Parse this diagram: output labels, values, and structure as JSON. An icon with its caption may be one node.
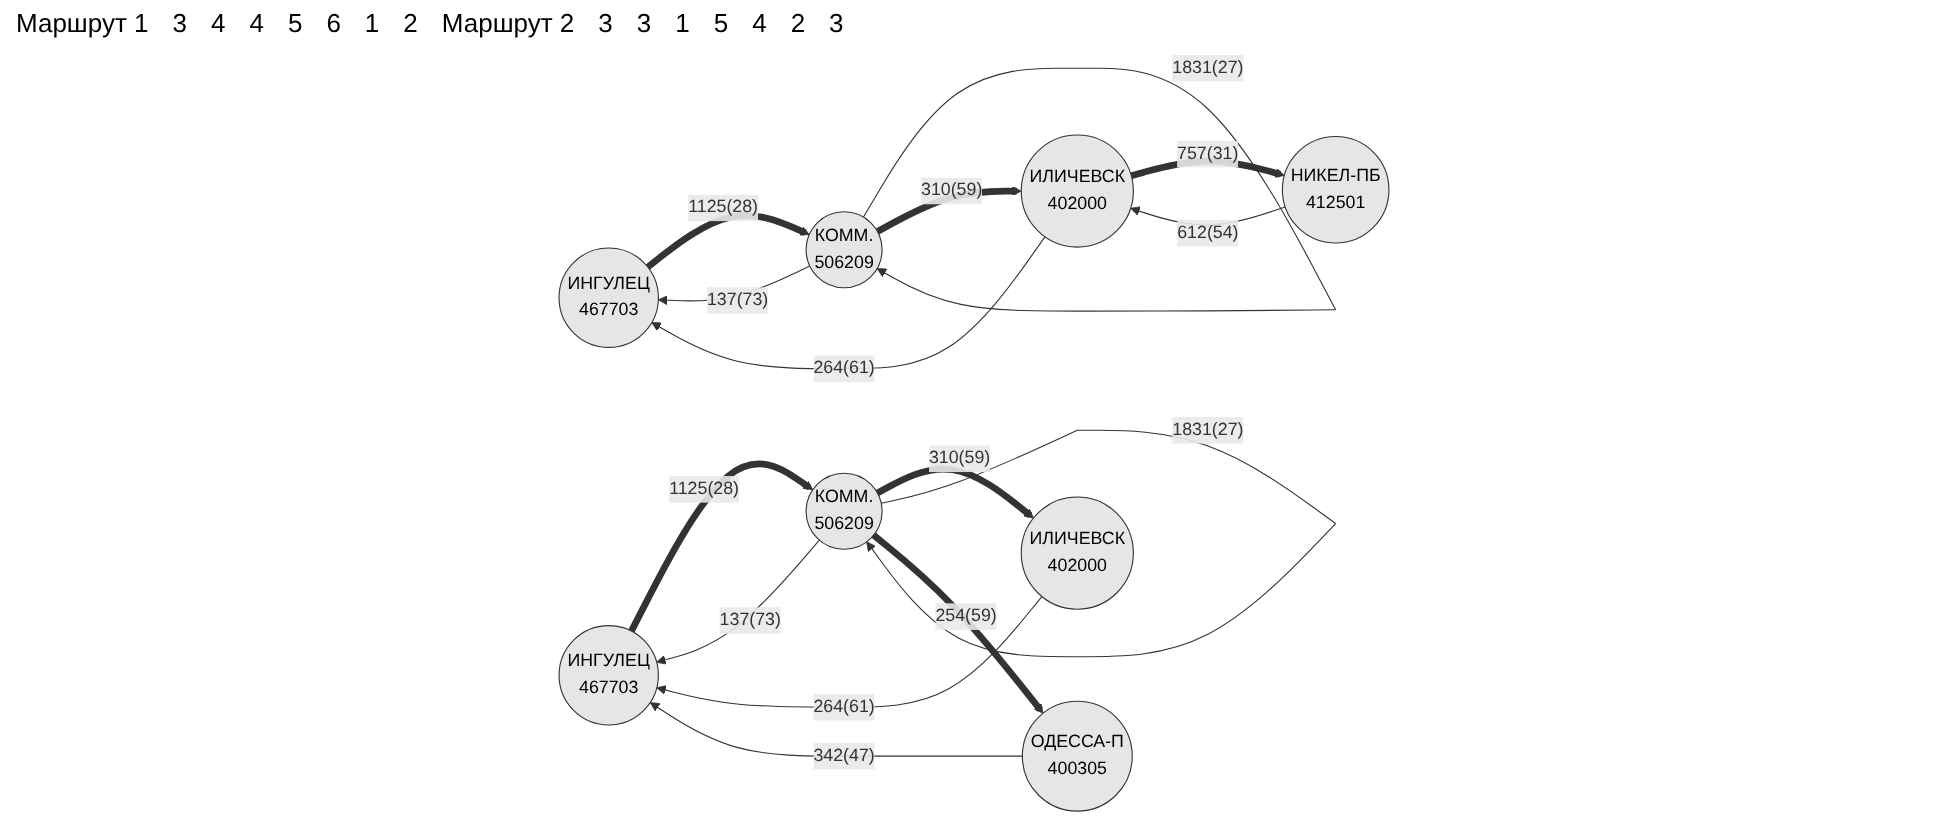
{
  "diagram": {
    "nodes": [
      {
        "text": [
          "ИНГУЛЕЦ 467703"
        ]
      },
      {
        "text": [
          "КОММ. 506209"
        ]
      },
      {
        "text": [
          "ИЛИЧЕВСК 402000"
        ]
      },
      {
        "text": [
          "НИКЕЛ-ПБ 412501"
        ]
      },
      {
        "text": [
          "ИНГУЛЕЦ 467703"
        ]
      },
      {
        "text": [
          "КОММ. 506209"
        ]
      },
      {
        "text": [
          "ИЛИЧЕВСК 402000"
        ]
      },
      {
        "text": [
          "ОДЕССА-П 400305"
        ]
      }
    ],
    "edges": [
      {
        "from": 2,
        "to": 0,
        "arrow": "to",
        "label": "264(61)"
      },
      {
        "from": 1,
        "to": 0,
        "arrow": "to",
        "label": "137(73)"
      },
      {
        "from": 0,
        "to": 1,
        "arrow": "to",
        "label": "1125(28)",
        "style": "thick"
      },
      {
        "from": 1,
        "to": 1,
        "arrow": "to",
        "label": "1831(27)"
      },
      {
        "from": 1,
        "to": 2,
        "arrow": "to",
        "label": "310(59)",
        "style": "thick"
      },
      {
        "from": 3,
        "to": 2,
        "arrow": "to",
        "label": "612(54)"
      },
      {
        "from": 2,
        "to": 3,
        "arrow": "to",
        "label": "757(31)",
        "style": "thick"
      },
      {
        "from": 6,
        "to": 4,
        "arrow": "to",
        "label": "264(61)"
      },
      {
        "from": 5,
        "to": 4,
        "arrow": "to",
        "label": "137(73)"
      },
      {
        "from": 4,
        "to": 5,
        "arrow": "to",
        "label": "1125(28)",
        "style": "thick"
      },
      {
        "from": 5,
        "to": 6,
        "arrow": "to",
        "label": "310(59)",
        "style": "thick"
      },
      {
        "from": 5,
        "to": 5,
        "arrow": "to",
        "label": "1831(27)"
      },
      {
        "from": 5,
        "to": 7,
        "arrow": "to",
        "label": "254(59)",
        "style": "thick"
      },
      {
        "from": 7,
        "to": 4,
        "arrow": "to",
        "label": "342(47)"
      }
    ],
    "labels": [
      "Маршрут 1",
      "3",
      "4",
      "4",
      "5",
      "6",
      "1",
      "2",
      "Маршрут 2",
      "3",
      "3",
      "1",
      "5",
      "4",
      "2",
      "3"
    ]
  }
}
